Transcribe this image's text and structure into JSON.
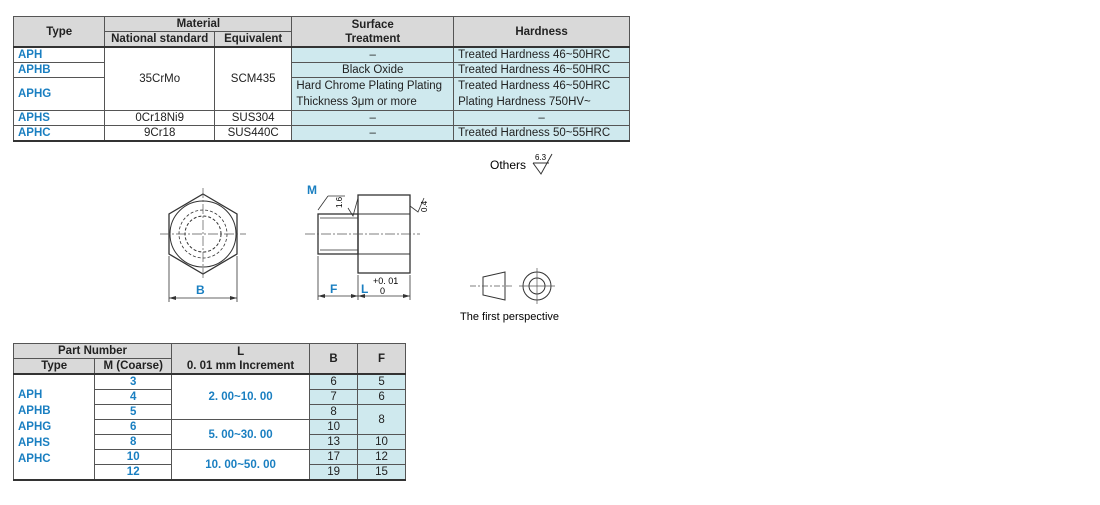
{
  "material_table": {
    "headers": {
      "type": "Type",
      "material": "Material",
      "national_standard": "National standard",
      "equivalent": "Equivalent",
      "surface_treatment": "Surface\nTreatment",
      "hardness": "Hardness"
    },
    "rows": [
      {
        "type": "APH",
        "surface": "–",
        "hardness": "Treated Hardness 46~50HRC"
      },
      {
        "type": "APHB",
        "surface": "Black Oxide",
        "hardness": "Treated Hardness 46~50HRC"
      },
      {
        "type": "APHG",
        "surface_line1": "Hard Chrome Plating Plating",
        "surface_line2": "Thickness 3μm or more",
        "hardness_line1": "Treated Hardness 46~50HRC",
        "hardness_line2": "Plating Hardness  750HV~"
      },
      {
        "type": "APHS",
        "national": "0Cr18Ni9",
        "equivalent": "SUS304",
        "surface": "–",
        "hardness": "–"
      },
      {
        "type": "APHC",
        "national": "9Cr18",
        "equivalent": "SUS440C",
        "surface": "–",
        "hardness": "Treated Hardness 50~55HRC"
      }
    ],
    "merged_national": "35CrMo",
    "merged_equivalent": "SCM435"
  },
  "drawing": {
    "others_label": "Others",
    "roughness_others": "6.3",
    "roughness_1": "1.6",
    "roughness_2": "0.4",
    "label_m": "M",
    "label_b": "B",
    "label_f": "F",
    "label_l": "L",
    "tol_plus": "+0. 01",
    "tol_zero": "0",
    "perspective_label": "The first perspective"
  },
  "part_table": {
    "headers": {
      "part_number": "Part Number",
      "type": "Type",
      "m": "M (Coarse)",
      "l": "L",
      "l_sub": "0. 01 mm Increment",
      "b": "B",
      "f": "F"
    },
    "types": [
      "APH",
      "APHB",
      "APHG",
      "APHS",
      "APHC"
    ],
    "m_values": [
      "3",
      "4",
      "5",
      "6",
      "8",
      "10",
      "12"
    ],
    "l_ranges": [
      "2. 00~10. 00",
      "5. 00~30. 00",
      "10. 00~50. 00"
    ],
    "b_values": [
      "6",
      "7",
      "8",
      "10",
      "13",
      "17",
      "19"
    ],
    "f_values": [
      "5",
      "6",
      "8",
      "10",
      "12",
      "15"
    ]
  }
}
